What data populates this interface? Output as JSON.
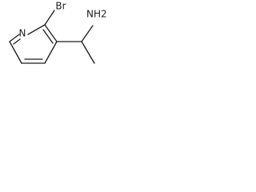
{
  "molecule": {
    "atoms": {
      "bromine": "Br",
      "ring_nitrogen": "N",
      "amine": "NH2"
    }
  }
}
